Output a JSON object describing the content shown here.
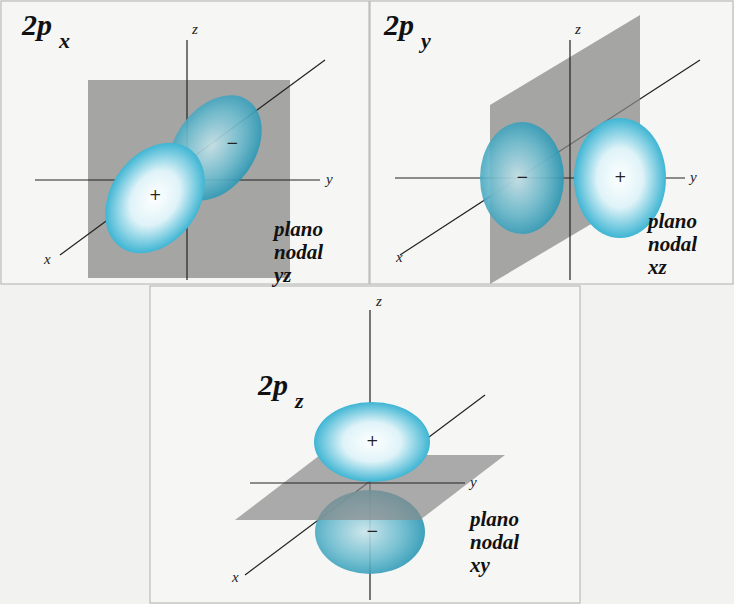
{
  "diagram": {
    "labels": [
      "2p",
      "x",
      "z",
      "y",
      "x",
      "+",
      "−",
      "plano nodal yz",
      "2p",
      "y",
      "z",
      "y",
      "x",
      "−",
      "+",
      "plano nodal xz",
      "2p",
      "z",
      "z",
      "y",
      "x",
      "+",
      "−",
      "plano nodal xy"
    ]
  }
}
